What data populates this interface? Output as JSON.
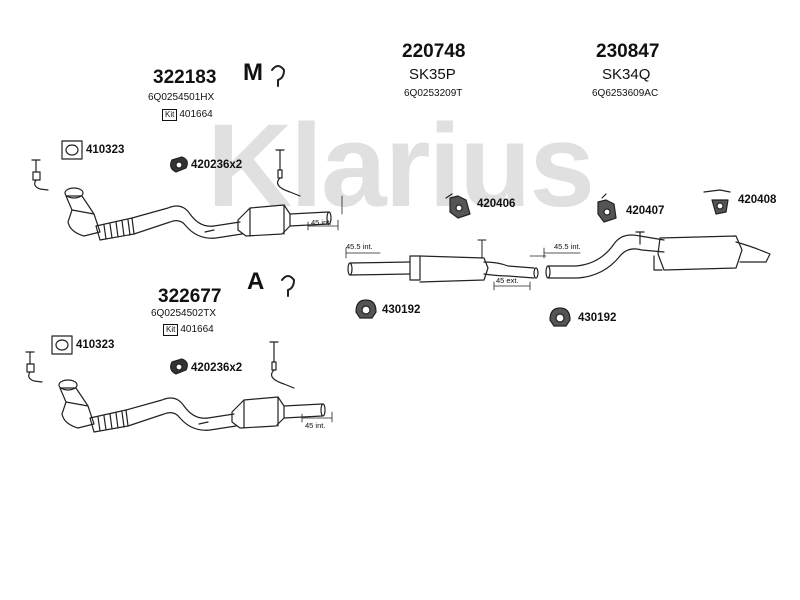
{
  "watermark": {
    "text": "Klarius",
    "color": "#e0e0e0"
  },
  "assemblies": {
    "front_a": {
      "number": "322183",
      "oe": "6Q0254501HX",
      "kit_tag": "Kit",
      "kit": "401664",
      "badge": "M"
    },
    "front_b": {
      "number": "322677",
      "oe": "6Q0254502TX",
      "kit_tag": "Kit",
      "kit": "401664",
      "badge": "A"
    },
    "middle": {
      "number": "220748",
      "code": "SK35P",
      "oe": "6Q0253209T"
    },
    "rear": {
      "number": "230847",
      "code": "SK34Q",
      "oe": "6Q6253609AC"
    }
  },
  "parts": {
    "gasket_a": "410323",
    "clamp_a": "420236x2",
    "gasket_b": "410323",
    "clamp_b": "420236x2",
    "mount_1": "420406",
    "mount_2": "420407",
    "mount_3": "420408",
    "clamp_mid": "430192",
    "clamp_rear": "430192"
  },
  "measurements": {
    "front_a_out": "45 int.",
    "front_b_out": "45 int.",
    "mid_in": "45.5 int.",
    "mid_out": "45 ext.",
    "rear_in": "45.5 int."
  },
  "colors": {
    "line": "#222222",
    "watermark": "#e0e0e0"
  }
}
